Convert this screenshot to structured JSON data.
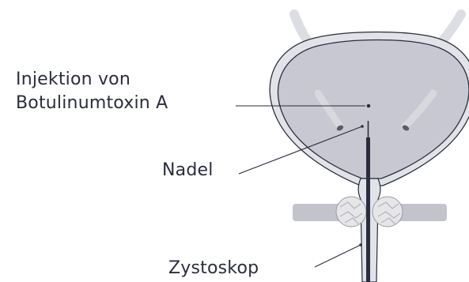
{
  "labels": {
    "injection_line1": "Injektion von",
    "injection_line2": "Botulinumtoxin A",
    "needle": "Nadel",
    "cystoscope": "Zystoskop"
  },
  "colors": {
    "background": "#ffffff",
    "bladder_fill": "#c7c8d1",
    "bladder_wall": "#e2e3e8",
    "outline": "#2a2d3e",
    "ureter": "#dddee3",
    "sphincter_fill": "#e6e6e9",
    "pelvic_band": "#c2c3cb",
    "instrument": "#2a2d3e",
    "text": "#2a2d3e"
  }
}
